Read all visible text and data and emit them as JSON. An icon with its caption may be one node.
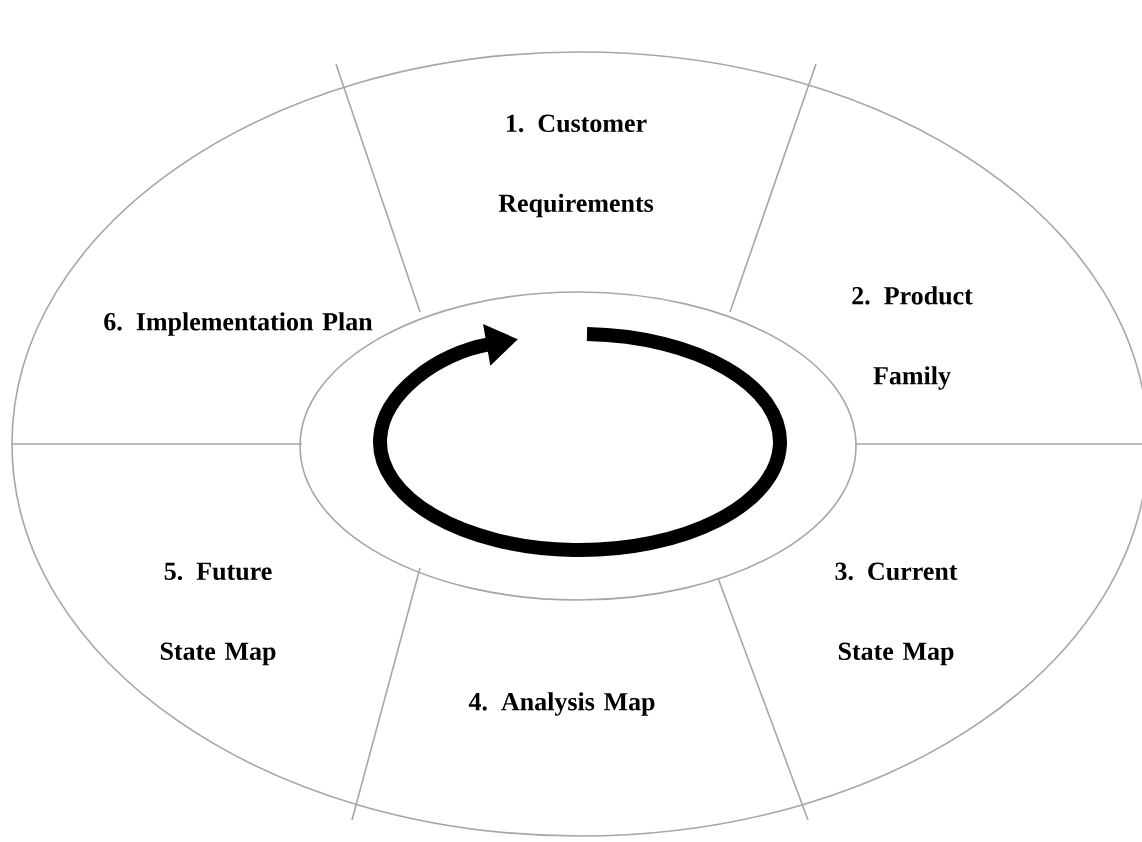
{
  "diagram": {
    "nodes": [
      {
        "text": [
          "1. Customer Requirements"
        ]
      },
      {
        "text": [
          "2. Product Family"
        ]
      },
      {
        "text": [
          "3. Current State Map"
        ]
      },
      {
        "text": [
          "4. Analysis Map"
        ]
      },
      {
        "text": [
          "5. Future State Map"
        ]
      },
      {
        "text": [
          "6. Implementation Plan"
        ]
      }
    ]
  }
}
